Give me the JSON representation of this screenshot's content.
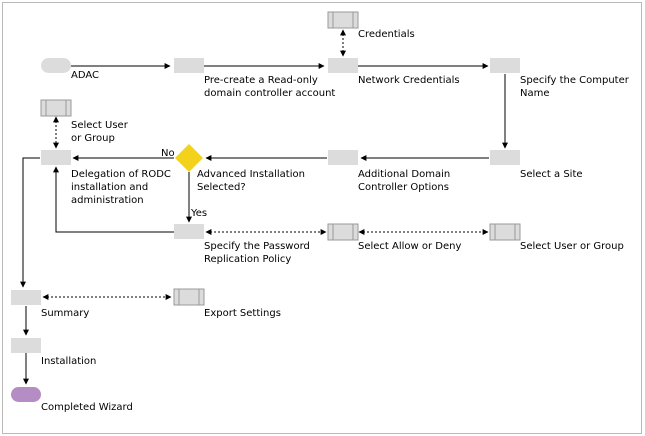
{
  "colors": {
    "process": "#dcdcdc",
    "start": "#dcdcdc",
    "end": "#b58cc4",
    "decision": "#f2d21b",
    "line": "#000000",
    "frame": "#b9b9b9"
  },
  "nodes": {
    "adac": "ADAC",
    "precreate": [
      "Pre-create a Read-only",
      "domain controller account"
    ],
    "network_credentials": "Network Credentials",
    "credentials": "Credentials",
    "specify_computer": [
      "Specify the Computer",
      "Name"
    ],
    "select_site": "Select a Site",
    "additional_options": [
      "Additional Domain",
      "Controller Options"
    ],
    "advanced_installation": [
      "Advanced Installation",
      "Selected?"
    ],
    "delegation": [
      "Delegation of RODC",
      "installation and",
      "administration"
    ],
    "select_user_group_top": [
      "Select User",
      "or Group"
    ],
    "password_policy": [
      "Specify the Password",
      "Replication Policy"
    ],
    "select_allow_deny": "Select Allow or Deny",
    "select_user_group_right": "Select User or Group",
    "summary": "Summary",
    "export_settings": "Export Settings",
    "installation": "Installation",
    "completed": "Completed Wizard"
  },
  "edge_labels": {
    "no": "No",
    "yes": "Yes"
  }
}
